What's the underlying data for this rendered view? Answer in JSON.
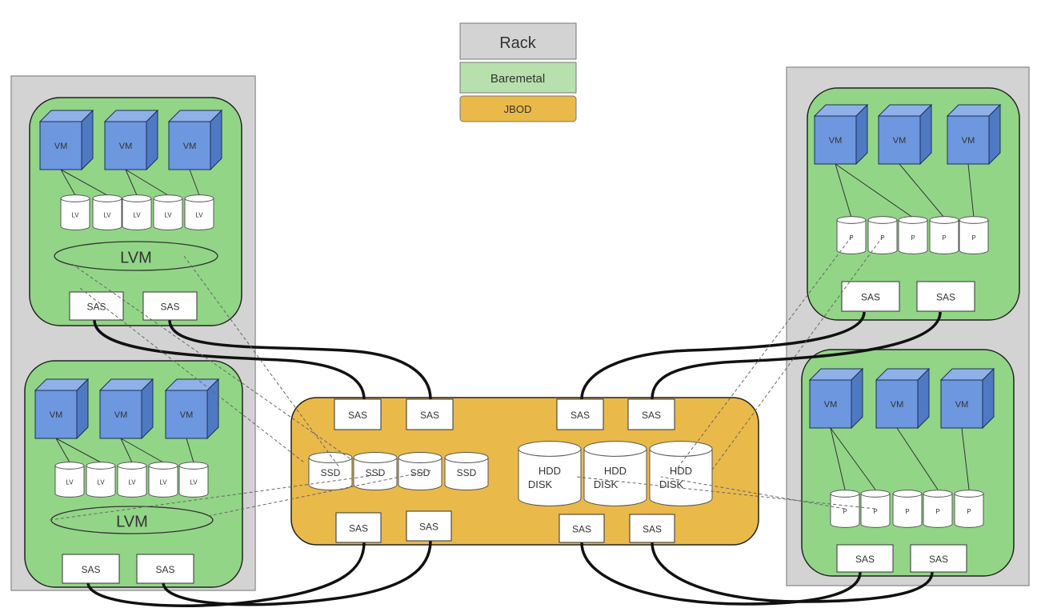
{
  "legend": {
    "rack": "Rack",
    "baremetal": "Baremetal",
    "jbod": "JBOD"
  },
  "labels": {
    "vm": "VM",
    "lv": "LV",
    "p": "P",
    "lvm": "LVM",
    "sas": "SAS",
    "ssd": "SSD",
    "hdd_line1": "HDD",
    "hdd_line2": "DISK"
  },
  "colors": {
    "rack": "#d3d3d3",
    "baremetal": "#92d587",
    "jbod": "#e9b94a",
    "vm": "#6d97de",
    "cable": "#111111"
  },
  "icons": {
    "vm": "cube-icon",
    "volume": "cylinder-icon",
    "lvm": "ellipse-icon"
  }
}
